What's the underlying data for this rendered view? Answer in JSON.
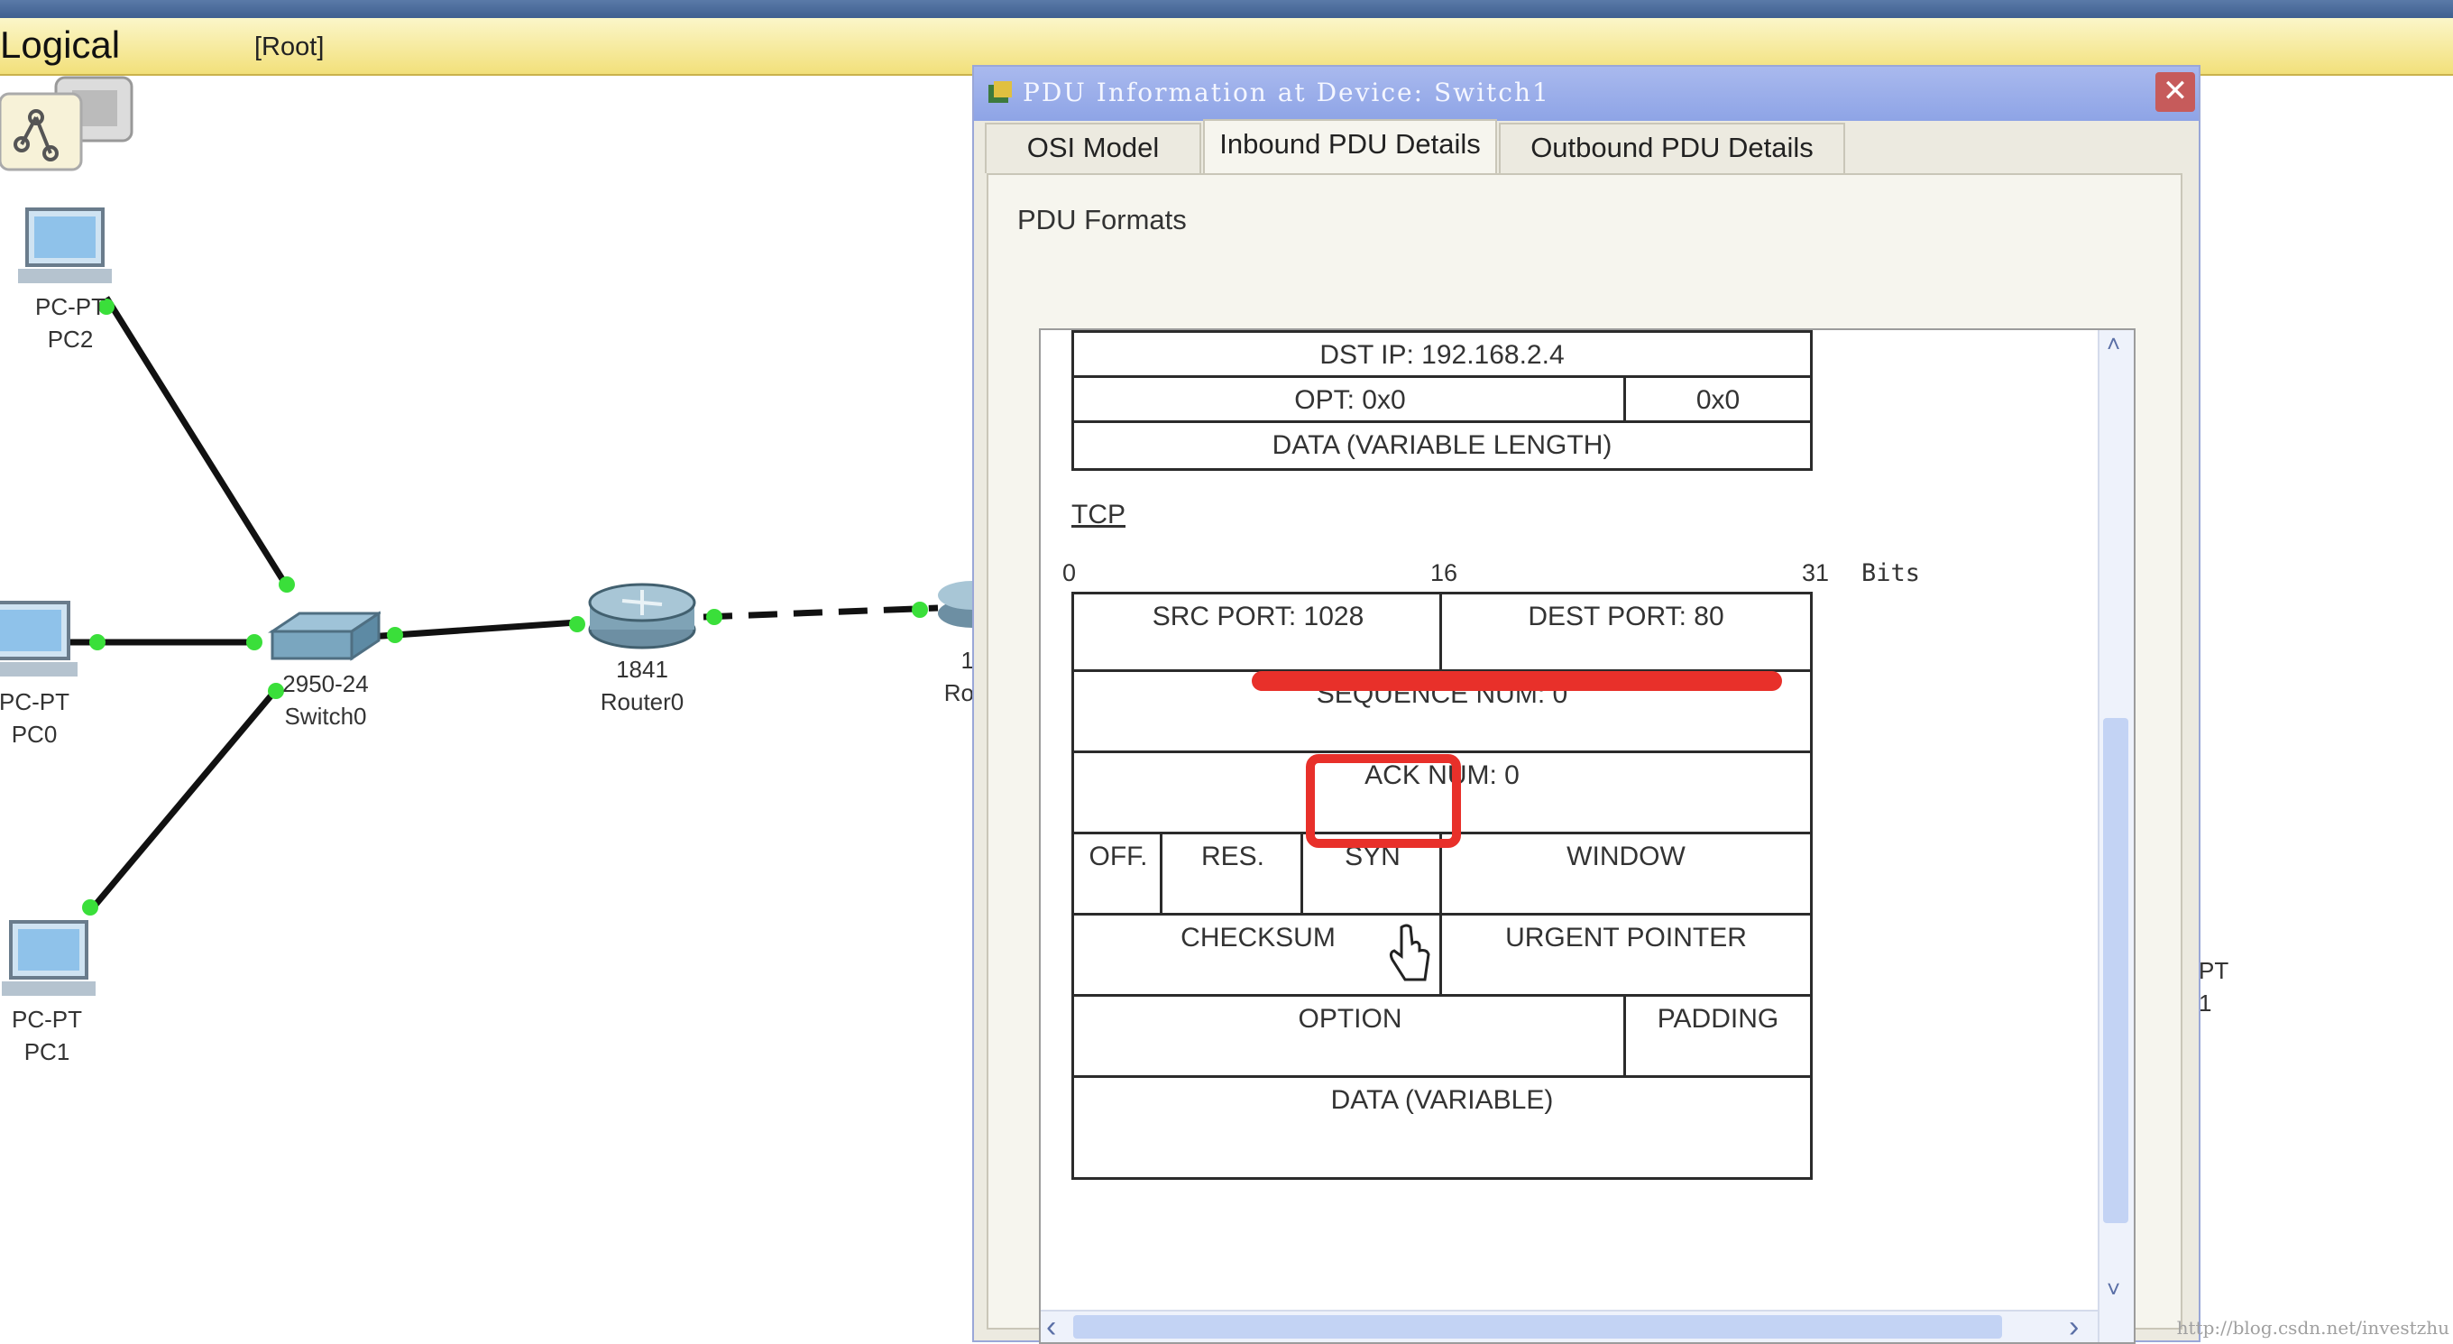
{
  "workspace": {
    "mode_label": "Logical",
    "root_label": "[Root]"
  },
  "devices": {
    "pc2": {
      "type": "PC-PT",
      "name": "PC2"
    },
    "pc0": {
      "type": "PC-PT",
      "name": "PC0"
    },
    "pc1": {
      "type": "PC-PT",
      "name": "PC1"
    },
    "switch0": {
      "model": "2950-24",
      "name": "Switch0"
    },
    "router0": {
      "model": "1841",
      "name": "Router0"
    },
    "router1_partial": {
      "model": "1",
      "name": "Ro"
    },
    "right_partial": {
      "type": "PT",
      "name": "1"
    }
  },
  "dialog": {
    "title": "PDU Information at Device: Switch1",
    "close": "✕",
    "tabs": [
      "OSI Model",
      "Inbound PDU Details",
      "Outbound PDU Details"
    ],
    "active_tab": "Inbound PDU Details",
    "section_label": "PDU Formats"
  },
  "ip_table": {
    "dst_ip": "DST IP: 192.168.2.4",
    "opt": "OPT: 0x0",
    "opt_pad": "0x0",
    "data": "DATA (VARIABLE LENGTH)"
  },
  "tcp": {
    "heading": "TCP",
    "bits": {
      "start": "0",
      "mid": "16",
      "end": "31",
      "unit": "Bits"
    },
    "src_port": "SRC PORT: 1028",
    "dest_port": "DEST PORT: 80",
    "seq": "SEQUENCE NUM: 0",
    "ack": "ACK NUM: 0",
    "off": "OFF.",
    "res": "RES.",
    "syn": "SYN",
    "window": "WINDOW",
    "checksum": "CHECKSUM",
    "urgent": "URGENT POINTER",
    "option": "OPTION",
    "padding": "PADDING",
    "data": "DATA (VARIABLE)"
  },
  "scroll": {
    "up": "˄",
    "down": "˅",
    "left": "‹",
    "right": "›"
  },
  "watermark": "http://blog.csdn.net/investzhu",
  "colors": {
    "annotation": "#e8302a",
    "link_dot": "#3adf3a"
  }
}
